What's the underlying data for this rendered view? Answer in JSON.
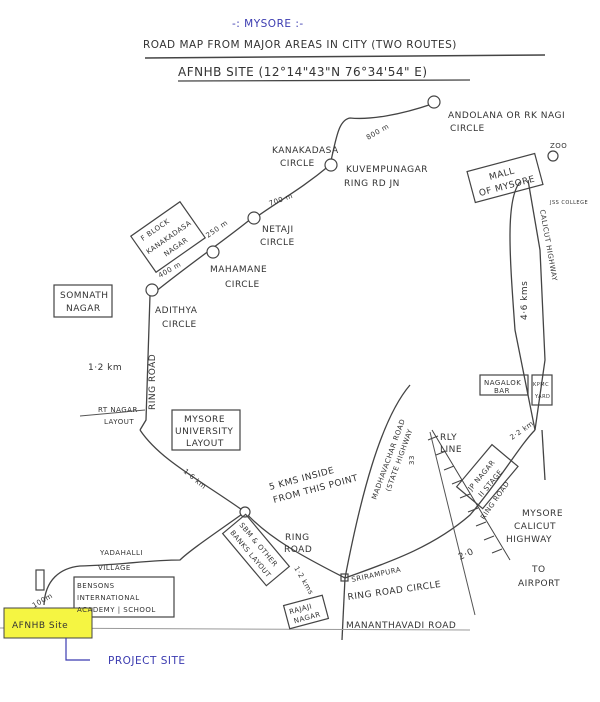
{
  "header": {
    "city": "-: MYSORE :-",
    "title": "ROAD MAP FROM MAJOR AREAS IN CITY (TWO ROUTES)",
    "subtitle": "AFNHB SITE (12°14\"43\"N 76°34'54\" E)"
  },
  "places": {
    "andolana_1": "ANDOLANA OR RK NAGI",
    "andolana_2": "CIRCLE",
    "kanakadasa_1": "KANAKADASA",
    "kanakadasa_2": "CIRCLE",
    "kuvempu_1": "KUVEMPUNAGAR",
    "kuvempu_2": "RING RD JN",
    "netaji_1": "NETAJI",
    "netaji_2": "CIRCLE",
    "mahamane_1": "MAHAMANE",
    "mahamane_2": "CIRCLE",
    "adithya_1": "ADITHYA",
    "adithya_2": "CIRCLE",
    "fblock_1": "F BLOCK",
    "fblock_2": "KANAKADASA",
    "fblock_3": "NAGAR",
    "somnath_1": "SOMNATH",
    "somnath_2": "NAGAR",
    "rt_nagar_1": "RT NAGAR",
    "rt_nagar_2": "LAYOUT",
    "univ_1": "MYSORE",
    "univ_2": "UNIVERSITY",
    "univ_3": "LAYOUT",
    "mall_1": "MALL",
    "mall_2": "OF MYSORE",
    "zoo": "ZOO",
    "jss": "JSS COLLEGE",
    "calicut_hw": "CALICUT HIGHWAY",
    "nagalok_1": "NAGALOK",
    "nagalok_2": "BAR",
    "kpmc_1": "KPMC",
    "kpmc_2": "YARD",
    "rly_1": "RLY",
    "rly_2": "LINE",
    "jp_1": "JP NAGAR",
    "jp_2": "II STAGE",
    "ring_road": "RING ROAD",
    "mysore_calicut_1": "MYSORE",
    "mysore_calicut_2": "CALICUT",
    "mysore_calicut_3": "HIGHWAY",
    "airport_1": "TO",
    "airport_2": "AIRPORT",
    "madhavachar_1": "MADHAVACHAR ROAD",
    "madhavachar_2": "(STATE HIGHWAY",
    "madhavachar_3": "33",
    "srirampura": "SRIRAMPURA",
    "ring_circle": "RING ROAD CIRCLE",
    "mananthavadi": "MANANTHAVADI ROAD",
    "five_km_1": "5 KMS INSIDE",
    "five_km_2": "FROM THIS POINT",
    "sbm_1": "SBM & OTHER",
    "sbm_2": "BANKS LAYOUT",
    "ring_road_2a": "RING",
    "ring_road_2b": "ROAD",
    "rajaji_1": "RAJAJI",
    "rajaji_2": "NAGAR",
    "yadahalli_1": "YADAHALLI",
    "yadahalli_2": "VILLAGE",
    "bensons_1": "BENSONS",
    "bensons_2": "INTERNATIONAL",
    "bensons_3": "ACADEMY | SCHOOL",
    "site": "AFNHB Site",
    "project_site": "PROJECT SITE"
  },
  "distances": {
    "d800": "800 m",
    "d700": "700 m",
    "d250": "250 m",
    "d400": "400 m",
    "d12": "1·2 km",
    "d16": "1·6 km",
    "d46": "4·6 kms",
    "d22": "2·2 km",
    "d20": "2·0",
    "d12b": "1·2 kms",
    "d100": "100m"
  },
  "colors": {
    "highlight": "#f5f542",
    "annotation": "#3b3bb0"
  }
}
